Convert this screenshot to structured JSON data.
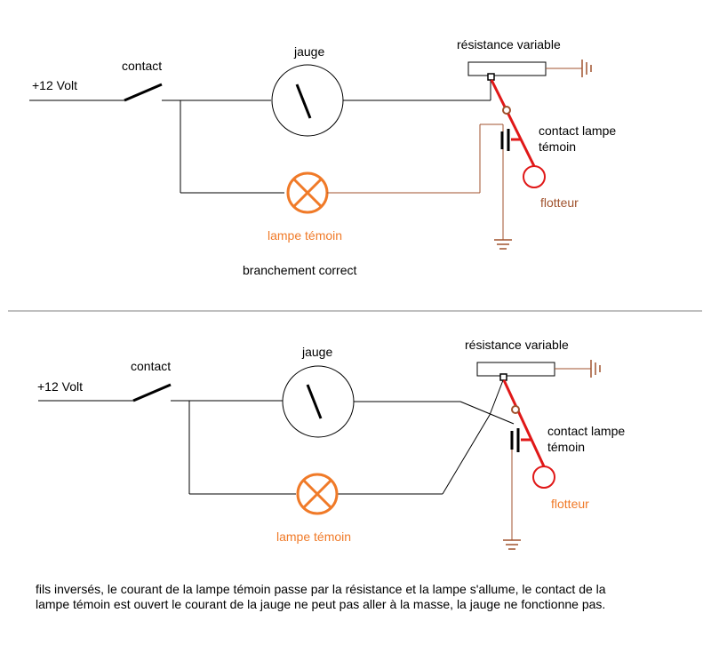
{
  "top": {
    "voltage_label": "+12 Volt",
    "contact_label": "contact",
    "gauge_label": "jauge",
    "resistor_label": "résistance variable",
    "lamp_contact_label_line1": "contact lampe",
    "lamp_contact_label_line2": "témoin",
    "float_label": "flotteur",
    "lamp_label": "lampe témoin",
    "caption": "branchement correct"
  },
  "bottom": {
    "voltage_label": "+12 Volt",
    "contact_label": "contact",
    "gauge_label": "jauge",
    "resistor_label": "résistance variable",
    "lamp_contact_label_line1": "contact lampe",
    "lamp_contact_label_line2": "témoin",
    "float_label": "flotteur",
    "lamp_label": "lampe témoin"
  },
  "footer": {
    "line1": "fils inversés, le courant de la lampe témoin passe par la résistance et la lampe s'allume, le contact de la",
    "line2": "lampe témoin est ouvert le courant de la jauge ne peut pas aller à la masse, la jauge ne fonctionne pas."
  },
  "colors": {
    "wire": "#000000",
    "brown_wire": "#a0522d",
    "lamp": "#f07a28",
    "float_arm": "#e01818",
    "divider": "#808080"
  }
}
